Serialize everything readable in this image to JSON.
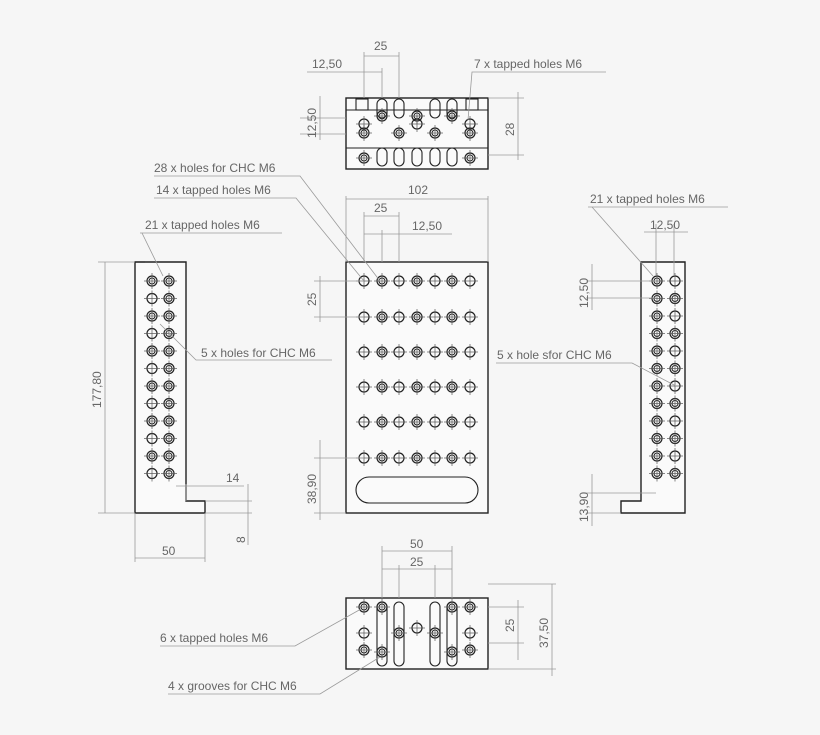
{
  "colors": {
    "background": "#f6f6f6",
    "line": "#222222",
    "dimension": "#9a9a9a",
    "text": "#666666"
  },
  "labels": {
    "top_tapped": "7 x tapped holes M6",
    "front_chc": "28 x holes for CHC M6",
    "front_tapped": "14 x tapped holes M6",
    "left_tapped": "21 x tapped holes M6",
    "left_chc": "5 x holes for CHC M6",
    "right_tapped": "21 x tapped holes M6",
    "right_chc": "5 x hole sfor CHC M6",
    "bottom_tapped": "6 x tapped holes M6",
    "bottom_grooves": "4 x grooves for CHC M6"
  },
  "dims": {
    "top_25": "25",
    "top_12_50": "12,50",
    "top_side_12_50": "12,50",
    "top_28": "28",
    "front_102": "102",
    "front_25": "25",
    "front_12_50": "12,50",
    "front_v25": "25",
    "front_38_90": "38,90",
    "left_177_80": "177,80",
    "left_14": "14",
    "left_50": "50",
    "left_8": "8",
    "right_12_50": "12,50",
    "right_v12_50": "12,50",
    "right_13_90": "13,90",
    "bottom_50": "50",
    "bottom_25": "25",
    "bottom_v25": "25",
    "bottom_37_50": "37,50"
  }
}
